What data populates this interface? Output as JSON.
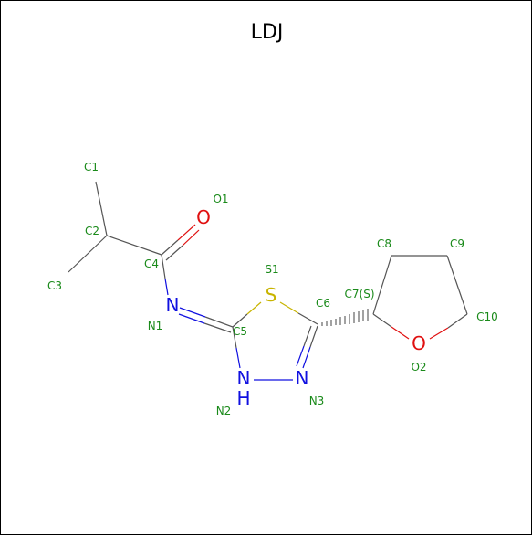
{
  "title": "LDJ",
  "colors": {
    "carbon_bond": "#555555",
    "nitrogen": "#1010e0",
    "oxygen": "#e01010",
    "sulfur": "#c8b400",
    "label": "#1a8a1a"
  },
  "atoms": {
    "C1": {
      "label": "C1"
    },
    "C2": {
      "label": "C2"
    },
    "C3": {
      "label": "C3"
    },
    "C4": {
      "label": "C4"
    },
    "O1": {
      "label": "O1",
      "symbol": "O"
    },
    "N1": {
      "label": "N1",
      "symbol": "N"
    },
    "C5": {
      "label": "C5"
    },
    "S1": {
      "label": "S1",
      "symbol": "S"
    },
    "C6": {
      "label": "C6"
    },
    "N2": {
      "label": "N2",
      "symbol": "N",
      "h": "H"
    },
    "N3": {
      "label": "N3",
      "symbol": "N"
    },
    "C7": {
      "label": "C7(S)"
    },
    "C8": {
      "label": "C8"
    },
    "C9": {
      "label": "C9"
    },
    "C10": {
      "label": "C10"
    },
    "O2": {
      "label": "O2",
      "symbol": "O"
    }
  }
}
